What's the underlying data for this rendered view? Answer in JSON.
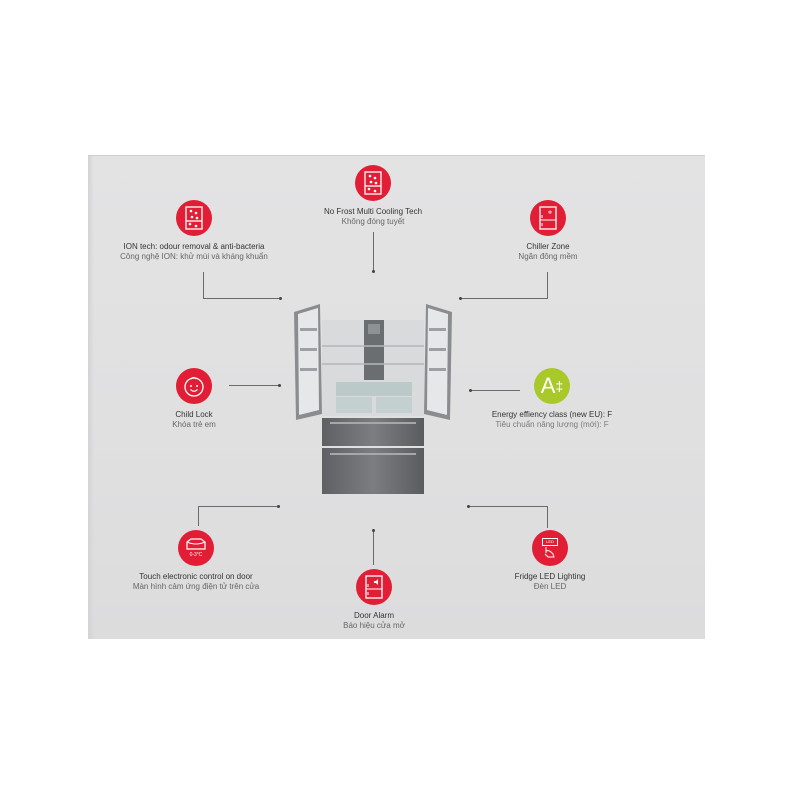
{
  "features": [
    {
      "id": "no-frost",
      "icon": "fridge-dots-icon",
      "label_en": "No Frost Multi Cooling Tech",
      "label_vi": "Không đóng tuyết"
    },
    {
      "id": "ion-tech",
      "icon": "fridge-dots-icon",
      "label_en": "ION tech: odour removal & anti-bacteria",
      "label_vi": "Công nghệ ION: khử mùi và kháng khuẩn"
    },
    {
      "id": "chiller-zone",
      "icon": "fridge-chiller-icon",
      "label_en": "Chiller Zone",
      "label_vi": "Ngăn đông mềm"
    },
    {
      "id": "child-lock",
      "icon": "baby-face-icon",
      "label_en": "Child Lock",
      "label_vi": "Khóa trẻ em"
    },
    {
      "id": "energy",
      "icon": "energy-class-icon",
      "icon_text": "A",
      "icon_plus": "‡",
      "label_en": "Energy effiency class (new EU): F",
      "label_vi": "Tiêu chuẩn năng lượng (mới): F"
    },
    {
      "id": "touch-control",
      "icon": "touch-panel-icon",
      "icon_text": "0-3°C",
      "label_en": "Touch electronic control on door",
      "label_vi": "Màn hình cảm ứng điện tử trên cửa"
    },
    {
      "id": "door-alarm",
      "icon": "door-alarm-icon",
      "label_en": "Door Alarm",
      "label_vi": "Báo hiệu cửa mở"
    },
    {
      "id": "led-lighting",
      "icon": "led-hand-icon",
      "icon_text": "LED",
      "label_en": "Fridge LED Lighting",
      "label_vi": "Đèn LED"
    }
  ],
  "colors": {
    "accent_red": "#e11e35",
    "energy_green": "#a9c82a",
    "panel_bg": "#e0e0e1"
  }
}
